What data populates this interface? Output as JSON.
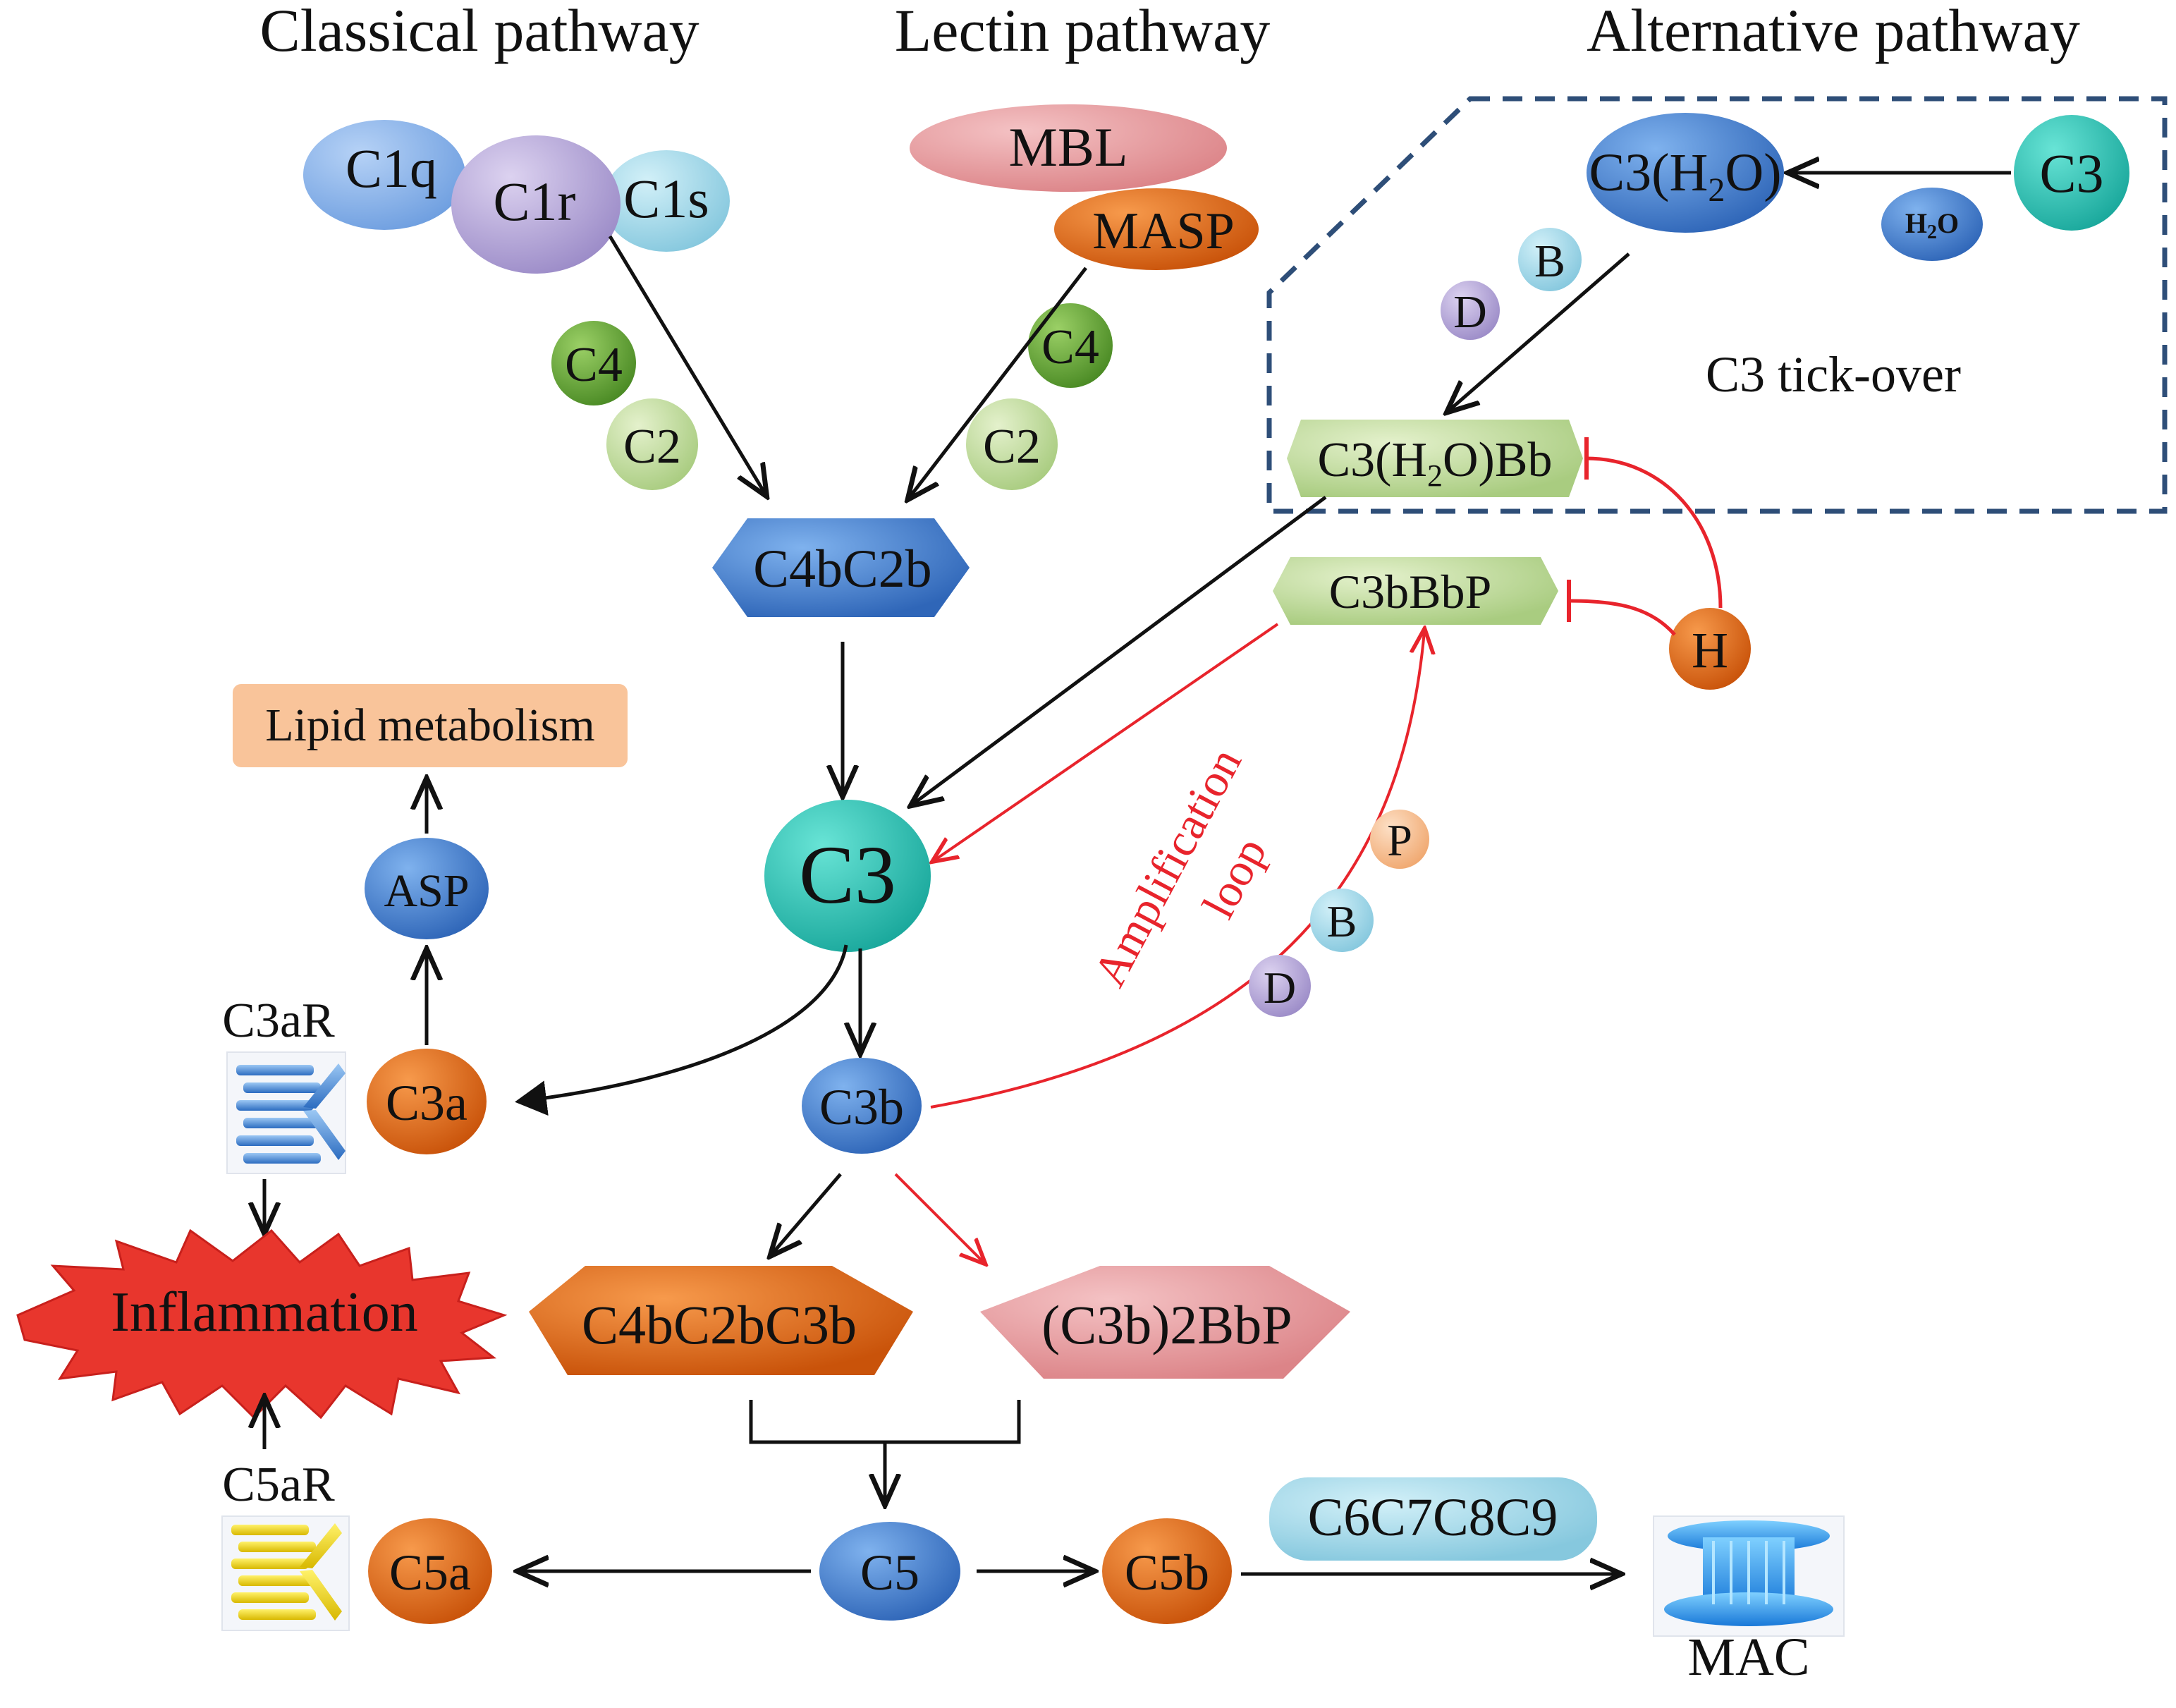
{
  "headers": {
    "classical": "Classical pathway",
    "lectin": "Lectin pathway",
    "alternative": "Alternative pathway"
  },
  "classical": {
    "c1q": "C1q",
    "c1r": "C1r",
    "c1s": "C1s",
    "c4": "C4",
    "c2": "C2"
  },
  "lectin": {
    "mbl": "MBL",
    "masp": "MASP",
    "c4": "C4",
    "c2": "C2"
  },
  "alternative": {
    "c3h2o_a": "C3(H",
    "c3h2o_sub": "2",
    "c3h2o_b": "O)",
    "c3": "C3",
    "h2o_a": "H",
    "h2o_sub": "2",
    "h2o_b": "O",
    "b": "B",
    "d": "D",
    "tickover": "C3 tick-over",
    "c3h2obb_a": "C3(H",
    "c3h2obb_sub": "2",
    "c3h2obb_b": "O)Bb",
    "c3bbbp": "C3bBbP",
    "h": "H"
  },
  "core": {
    "c4bc2b": "C4bC2b",
    "c3": "C3",
    "c3b": "C3b",
    "c3a": "C3a",
    "asp": "ASP",
    "lipid": "Lipid metabolism",
    "c3ar": "C3aR",
    "inflammation": "Inflammation",
    "c5ar": "C5aR",
    "c4bc2bc3b": "C4bC2bC3b",
    "c3b2bbp": "(C3b)2BbP",
    "c5": "C5",
    "c5a": "C5a",
    "c5b": "C5b",
    "c6c9": "C6C7C8C9",
    "mac": "MAC"
  },
  "loop": {
    "line1": "Amplification",
    "line2": "loop",
    "p": "P",
    "b": "B",
    "d": "D"
  },
  "colors": {
    "black_arrow": "#111111",
    "red_arrow": "#e8242c",
    "dashed_box": "#2e4e78",
    "blue_mid": "#4a7fc8",
    "teal": "#2ec4b6",
    "orange": "#e46a0c",
    "light_green": "#c6dca0",
    "green": "#6aa83a",
    "pink": "#e6959a",
    "light_blue": "#a6dcec",
    "purple": "#b2a2d6",
    "peach": "#f9c49a",
    "inflammation_red": "#e8362d"
  }
}
